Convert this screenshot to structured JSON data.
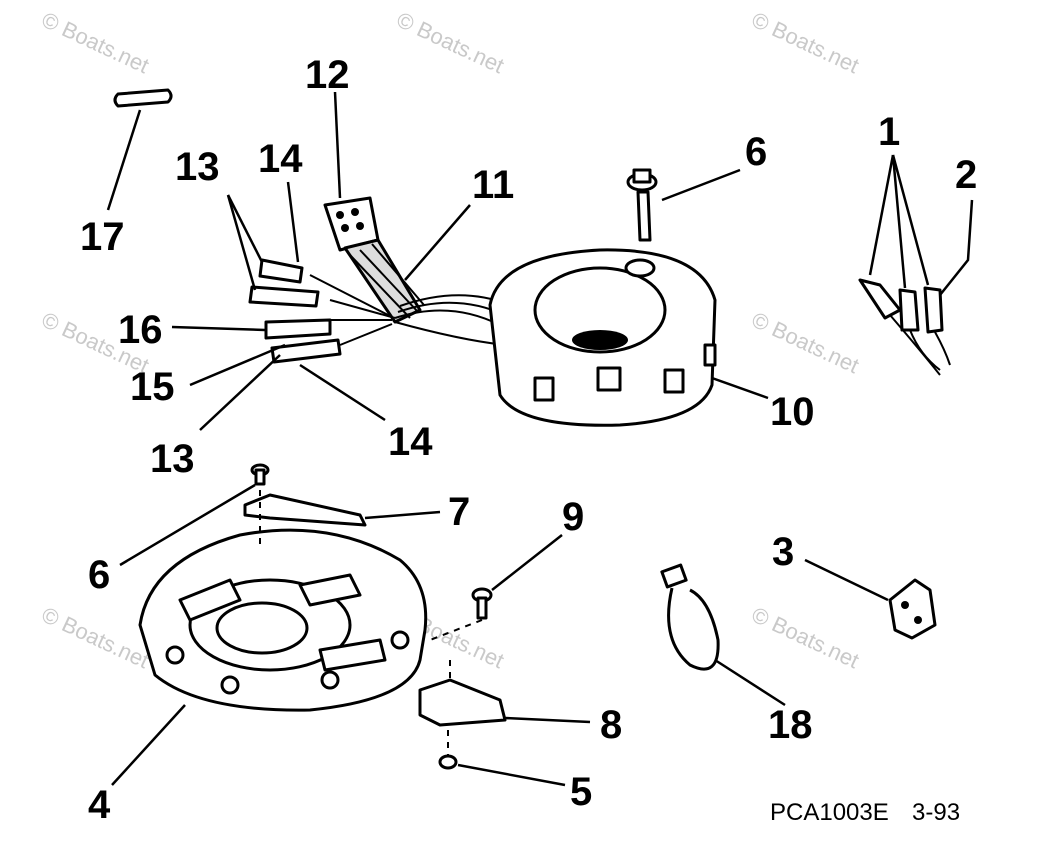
{
  "watermark": "© Boats.net",
  "callouts": {
    "c1": "1",
    "c2": "2",
    "c3": "3",
    "c4": "4",
    "c5": "5",
    "c6a": "6",
    "c6b": "6",
    "c7": "7",
    "c8": "8",
    "c9": "9",
    "c10": "10",
    "c11": "11",
    "c12": "12",
    "c13a": "13",
    "c13b": "13",
    "c14a": "14",
    "c14b": "14",
    "c15": "15",
    "c16": "16",
    "c17": "17",
    "c18": "18"
  },
  "footer": {
    "code": "PCA1003E",
    "date": "3-93"
  }
}
